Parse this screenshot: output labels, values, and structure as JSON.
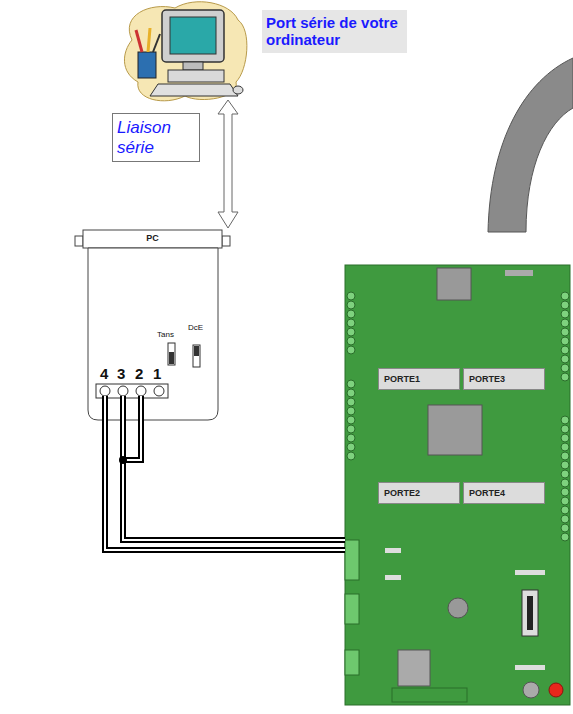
{
  "diagram": {
    "nodes": [
      {
        "text": [
          "Port série de votre ordinateur"
        ]
      },
      {
        "text": [
          "Liaison série"
        ]
      },
      {
        "text": [
          "PC"
        ]
      },
      {
        "text": [
          "PORTE1"
        ]
      },
      {
        "text": [
          "PORTE3"
        ]
      },
      {
        "text": [
          "PORTE2"
        ]
      },
      {
        "text": [
          "PORTE4"
        ]
      }
    ],
    "labels": [
      "Tans",
      "DcE",
      "4",
      "3",
      "2",
      "1"
    ]
  }
}
